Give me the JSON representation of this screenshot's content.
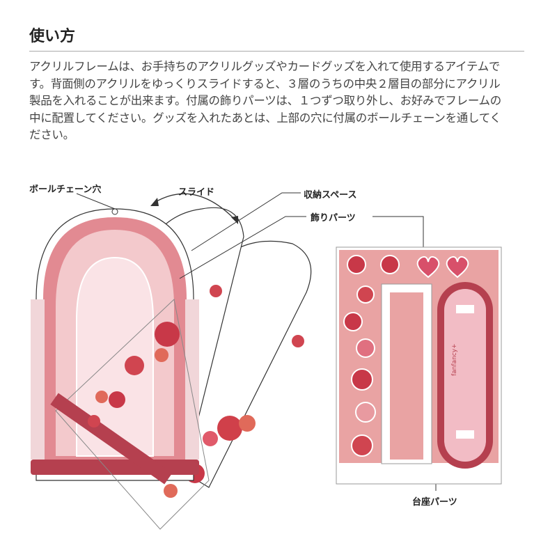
{
  "title": "使い方",
  "paragraph_lines": [
    "アクリルフレームは、お手持ちのアクリルグッズやカードグッズを入れて使用するアイテムで",
    "す。背面側のアクリルをゆっくりスライドすると、３層のうちの中央２層目の部分にアクリル",
    "製品を入れることが出来ます。付属の飾りパーツは、１つずつ取り外し、お好みでフレームの",
    "中に配置してください。グッズを入れたあとは、上部の穴に付属のボールチェーンを通してく",
    "ださい。"
  ],
  "labels": {
    "ball_chain_hole": "ボールチェーン穴",
    "slide": "スライド",
    "storage_space": "収納スペース",
    "decoration_parts": "飾りパーツ",
    "base_parts": "台座パーツ"
  },
  "brand": "fanfancy+",
  "colors": {
    "pink": "#e9a3a3",
    "deep_red": "#b5404f",
    "glass": "#f3c9cc"
  }
}
